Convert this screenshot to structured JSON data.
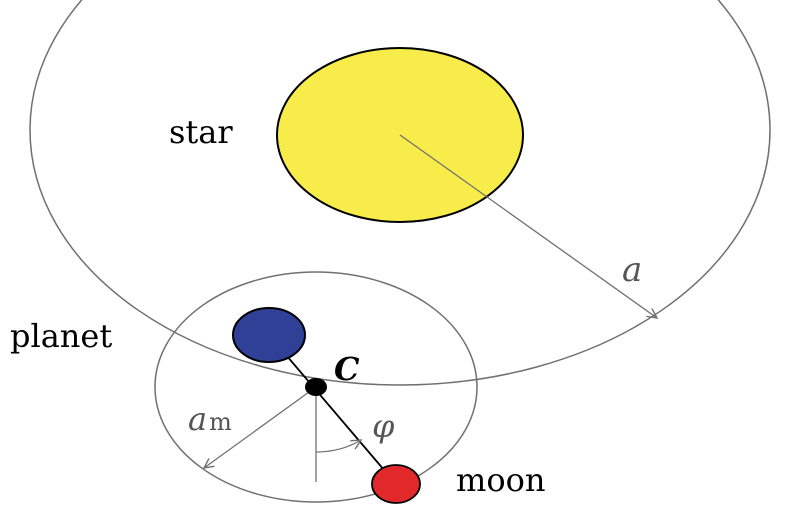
{
  "labels": {
    "star": "star",
    "planet": "planet",
    "moon": "moon",
    "barycenter": "C",
    "semi_major_axis": "a",
    "moon_axis_base": "a",
    "moon_axis_sub": "m",
    "angle": "φ"
  },
  "colors": {
    "star_fill": "#f7ec4a",
    "planet_fill": "#2f4096",
    "moon_fill": "#e2282a",
    "orbit_stroke": "#707070",
    "line": "#000000",
    "arrow": "#707070"
  }
}
